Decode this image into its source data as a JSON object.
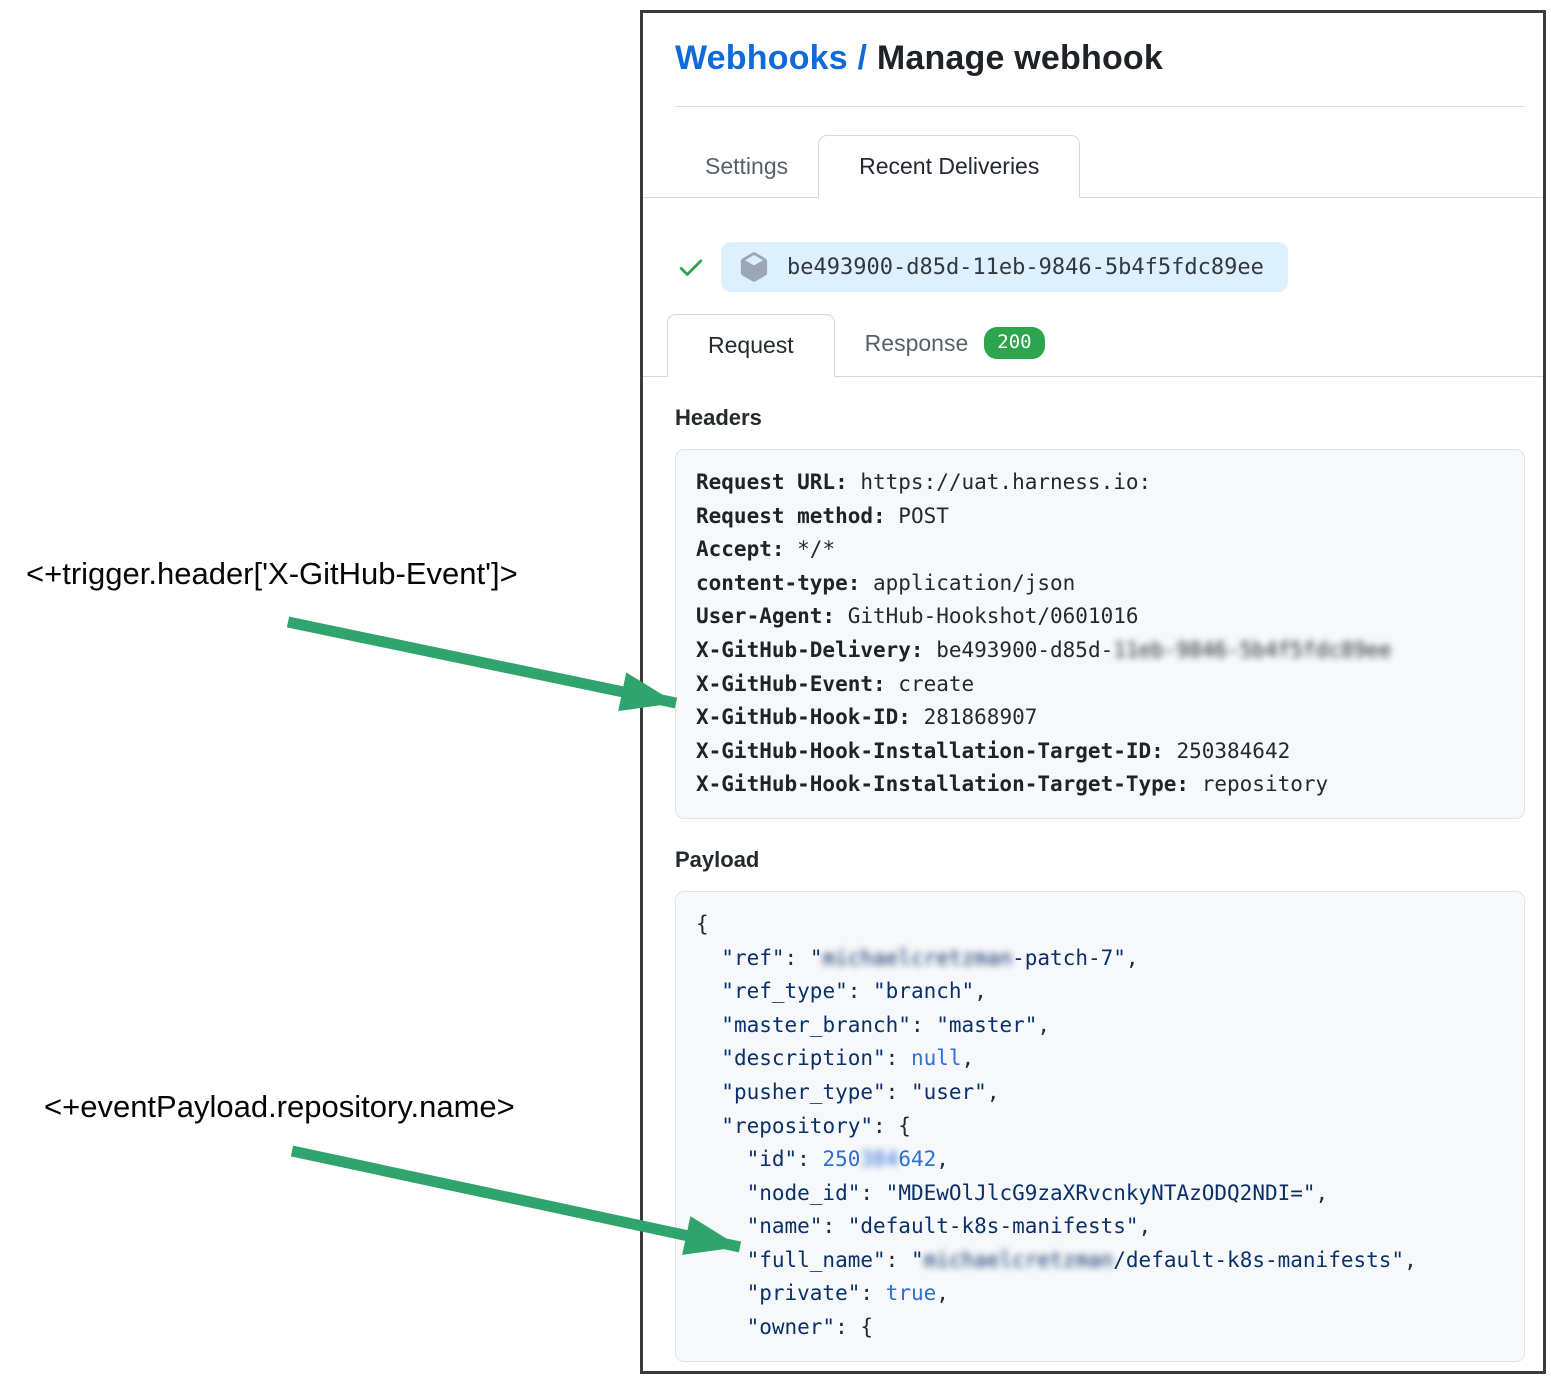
{
  "page": {
    "breadcrumb": "Webhooks / ",
    "title": "Manage webhook"
  },
  "tabs": {
    "settings": "Settings",
    "recent_deliveries": "Recent Deliveries"
  },
  "delivery": {
    "status_icon": "check-icon",
    "package_icon": "package-icon",
    "guid": "be493900-d85d-11eb-9846-5b4f5fdc89ee"
  },
  "subtabs": {
    "request": "Request",
    "response": "Response",
    "response_status": "200"
  },
  "headers_section": {
    "title": "Headers",
    "lines": [
      {
        "name": "Request URL:",
        "value": "https://uat.harness.io:"
      },
      {
        "name": "Request method:",
        "value": "POST"
      },
      {
        "name": "Accept:",
        "value": "*/*"
      },
      {
        "name": "content-type:",
        "value": "application/json"
      },
      {
        "name": "User-Agent:",
        "value": "GitHub-Hookshot/0601016"
      },
      {
        "name": "X-GitHub-Delivery:",
        "value": "be493900-d85d-",
        "blur": "11eb-9846-5b4f5fdc89ee"
      },
      {
        "name": "X-GitHub-Event:",
        "value": "create"
      },
      {
        "name": "X-GitHub-Hook-ID:",
        "value": "281868907"
      },
      {
        "name": "X-GitHub-Hook-Installation-Target-ID:",
        "value": "250384642"
      },
      {
        "name": "X-GitHub-Hook-Installation-Target-Type:",
        "value": "repository"
      }
    ]
  },
  "payload_section": {
    "title": "Payload",
    "lines": [
      [
        {
          "c": "p",
          "t": "{"
        }
      ],
      [
        {
          "c": "p",
          "t": "  "
        },
        {
          "c": "k",
          "t": "\"ref\""
        },
        {
          "c": "p",
          "t": ": "
        },
        {
          "c": "s",
          "t": "\""
        },
        {
          "c": "s",
          "t": "michaelcretzman",
          "blur": true
        },
        {
          "c": "s",
          "t": "-patch-7\""
        },
        {
          "c": "p",
          "t": ","
        }
      ],
      [
        {
          "c": "p",
          "t": "  "
        },
        {
          "c": "k",
          "t": "\"ref_type\""
        },
        {
          "c": "p",
          "t": ": "
        },
        {
          "c": "s",
          "t": "\"branch\""
        },
        {
          "c": "p",
          "t": ","
        }
      ],
      [
        {
          "c": "p",
          "t": "  "
        },
        {
          "c": "k",
          "t": "\"master_branch\""
        },
        {
          "c": "p",
          "t": ": "
        },
        {
          "c": "s",
          "t": "\"master\""
        },
        {
          "c": "p",
          "t": ","
        }
      ],
      [
        {
          "c": "p",
          "t": "  "
        },
        {
          "c": "k",
          "t": "\"description\""
        },
        {
          "c": "p",
          "t": ": "
        },
        {
          "c": "w",
          "t": "null"
        },
        {
          "c": "p",
          "t": ","
        }
      ],
      [
        {
          "c": "p",
          "t": "  "
        },
        {
          "c": "k",
          "t": "\"pusher_type\""
        },
        {
          "c": "p",
          "t": ": "
        },
        {
          "c": "s",
          "t": "\"user\""
        },
        {
          "c": "p",
          "t": ","
        }
      ],
      [
        {
          "c": "p",
          "t": "  "
        },
        {
          "c": "k",
          "t": "\"repository\""
        },
        {
          "c": "p",
          "t": ": {"
        }
      ],
      [
        {
          "c": "p",
          "t": "    "
        },
        {
          "c": "k",
          "t": "\"id\""
        },
        {
          "c": "p",
          "t": ": "
        },
        {
          "c": "n",
          "t": "250"
        },
        {
          "c": "n",
          "t": "384",
          "blur": true
        },
        {
          "c": "n",
          "t": "642"
        },
        {
          "c": "p",
          "t": ","
        }
      ],
      [
        {
          "c": "p",
          "t": "    "
        },
        {
          "c": "k",
          "t": "\"node_id\""
        },
        {
          "c": "p",
          "t": ": "
        },
        {
          "c": "s",
          "t": "\"MDEwOlJlcG9zaXRvcnkyNTAzODQ2NDI=\""
        },
        {
          "c": "p",
          "t": ","
        }
      ],
      [
        {
          "c": "p",
          "t": "    "
        },
        {
          "c": "k",
          "t": "\"name\""
        },
        {
          "c": "p",
          "t": ": "
        },
        {
          "c": "s",
          "t": "\"default-k8s-manifests\""
        },
        {
          "c": "p",
          "t": ","
        }
      ],
      [
        {
          "c": "p",
          "t": "    "
        },
        {
          "c": "k",
          "t": "\"full_name\""
        },
        {
          "c": "p",
          "t": ": "
        },
        {
          "c": "s",
          "t": "\""
        },
        {
          "c": "s",
          "t": "michaelcretzman",
          "blur": true
        },
        {
          "c": "s",
          "t": "/default-k8s-manifests\""
        },
        {
          "c": "p",
          "t": ","
        }
      ],
      [
        {
          "c": "p",
          "t": "    "
        },
        {
          "c": "k",
          "t": "\"private\""
        },
        {
          "c": "p",
          "t": ": "
        },
        {
          "c": "w",
          "t": "true"
        },
        {
          "c": "p",
          "t": ","
        }
      ],
      [
        {
          "c": "p",
          "t": "    "
        },
        {
          "c": "k",
          "t": "\"owner\""
        },
        {
          "c": "p",
          "t": ": {"
        }
      ]
    ]
  },
  "annotations": {
    "trigger_header": "<+trigger.header['X-GitHub-Event']>",
    "event_payload": "<+eventPayload.repository.name>"
  },
  "colors": {
    "link_blue": "#0f6ada",
    "arrow_green": "#2fa46c",
    "status_green": "#2da44e",
    "pill_blue": "#ddf0ff",
    "code_bg": "#f6f8fa",
    "json_navy": "#0a3069",
    "json_blue": "#2e6fd8"
  }
}
